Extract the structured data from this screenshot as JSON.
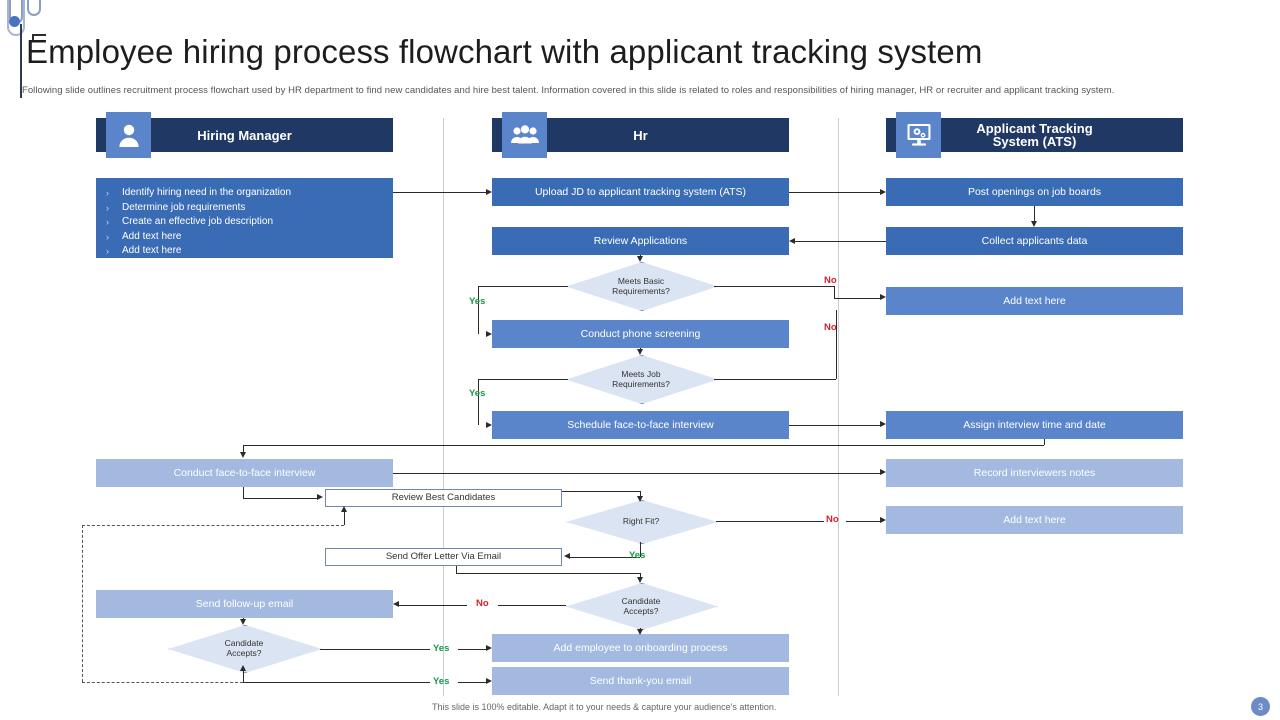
{
  "title": "Employee hiring process flowchart with applicant tracking system",
  "subtitle": "Following slide outlines recruitment process flowchart used by HR department to find new candidates and hire best talent.  Information covered in this slide is related to roles and responsibilities of hiring  manager, HR or recruiter and applicant tracking system.",
  "colors": {
    "header_navy": "#1f3864",
    "box_dark": "#3a6cb5",
    "box_mid": "#5b85ca",
    "box_light": "#a3b9e0",
    "diamond_fill": "#dbe4f3",
    "yes_green": "#1a9a4b",
    "no_red": "#d81f26",
    "page_badge": "#6d8cc6"
  },
  "columns": [
    {
      "name": "hiring-manager",
      "label": "Hiring Manager",
      "icon": "person-icon"
    },
    {
      "name": "hr",
      "label": "Hr",
      "icon": "people-group-icon"
    },
    {
      "name": "ats",
      "label": "Applicant Tracking\nSystem (ATS)",
      "label_line1": "Applicant Tracking",
      "label_line2": "System (ATS)",
      "icon": "monitor-gear-icon"
    }
  ],
  "hiring_manager": {
    "bullets": [
      "Identify hiring need in the organization",
      "Determine job requirements",
      "Create an effective job description",
      "Add text here",
      "Add text here"
    ],
    "conduct_interview": "Conduct face-to-face interview",
    "send_followup": "Send follow-up email",
    "candidate_accepts": "Candidate\nAccepts?",
    "candidate_accepts_l1": "Candidate",
    "candidate_accepts_l2": "Accepts?"
  },
  "hr": {
    "upload_jd": "Upload JD to  applicant tracking system (ATS)",
    "review_applications": "Review Applications",
    "meets_basic_l1": "Meets Basic",
    "meets_basic_l2": "Requirements?",
    "phone_screening": "Conduct phone screening",
    "meets_job_l1": "Meets Job",
    "meets_job_l2": "Requirements?",
    "schedule_interview": "Schedule face-to-face interview",
    "review_best_candidates": "Review Best Candidates",
    "right_fit": "Right Fit?",
    "send_offer_letter": "Send Offer Letter Via Email",
    "candidate_accepts_l1": "Candidate",
    "candidate_accepts_l2": "Accepts?",
    "add_onboarding": "Add employee to onboarding process",
    "send_thankyou": "Send thank-you email"
  },
  "ats": {
    "post_openings": "Post openings on job boards",
    "collect_applicants": "Collect applicants data",
    "add_text_1": "Add text here",
    "assign_interview": "Assign interview time and date",
    "record_notes": "Record interviewers notes",
    "add_text_2": "Add text here"
  },
  "labels": {
    "yes": "Yes",
    "no": "No"
  },
  "footer": "This slide is 100% editable. Adapt it to your needs & capture your audience's attention.",
  "page_number": "3"
}
